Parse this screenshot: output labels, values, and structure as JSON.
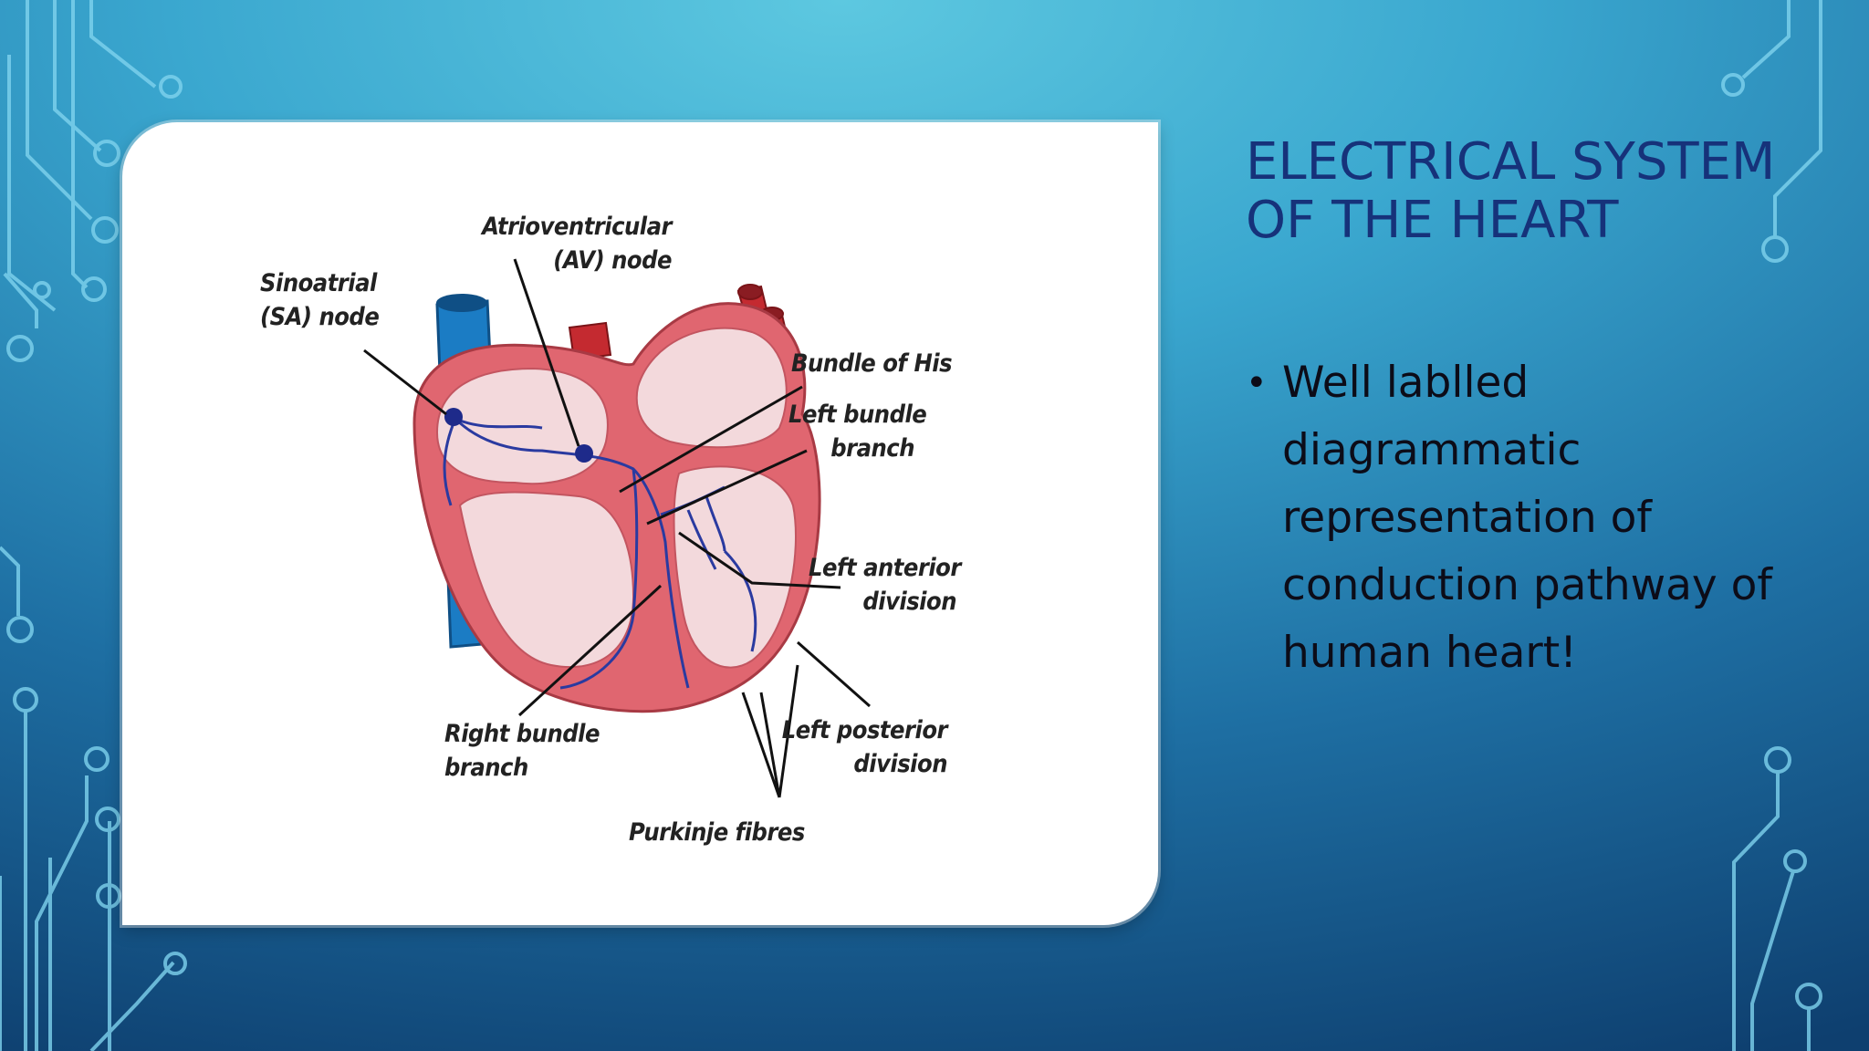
{
  "slide": {
    "title": "ELECTRICAL SYSTEM OF THE HEART",
    "bullets": [
      "Well lablled diagrammatic representation of conduction pathway of human heart!"
    ],
    "bullet_glyph": "•"
  },
  "diagram": {
    "labels": {
      "sa_node_line1": "Sinoatrial",
      "sa_node_line2": "(SA) node",
      "av_node_line1": "Atrioventricular",
      "av_node_line2": "(AV) node",
      "bundle_of_his": "Bundle of His",
      "left_bundle_line1": "Left bundle",
      "left_bundle_line2": "branch",
      "left_anterior_line1": "Left anterior",
      "left_anterior_line2": "division",
      "left_posterior_line1": "Left posterior",
      "left_posterior_line2": "division",
      "right_bundle_line1": "Right bundle",
      "right_bundle_line2": "branch",
      "purkinje": "Purkinje fibres"
    }
  },
  "colors": {
    "title": "#16327a",
    "heart_wall": "#e06670",
    "heart_inner": "#f3d9dc",
    "vessel_blue": "#1b7cc4",
    "artery_red": "#c42a30",
    "conduction_blue": "#2a3aa0"
  }
}
